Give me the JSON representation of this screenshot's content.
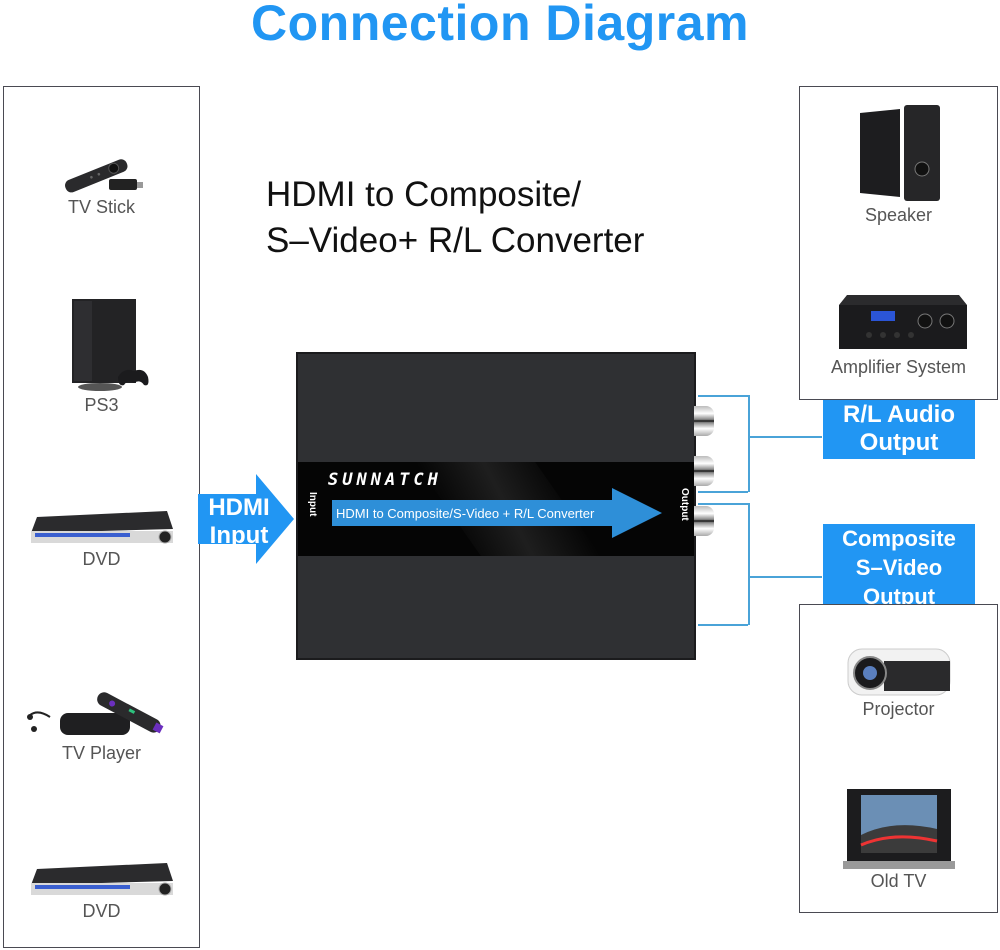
{
  "title": "Connection Diagram",
  "subtitle": {
    "line1": "HDMI to Composite/",
    "line2": "S–Video+ R/L Converter"
  },
  "colors": {
    "accent": "#2196f3",
    "panel_border": "#4a4a52",
    "connector_line": "#4aa3d8",
    "device_body": "#2f3033"
  },
  "input_devices": [
    {
      "label": "TV Stick",
      "icon": "tv-stick-icon"
    },
    {
      "label": "PS3",
      "icon": "ps3-console-icon"
    },
    {
      "label": "DVD",
      "icon": "dvd-player-icon"
    },
    {
      "label": "TV Player",
      "icon": "streaming-player-icon"
    },
    {
      "label": "DVD",
      "icon": "dvd-player-icon"
    }
  ],
  "audio_devices": [
    {
      "label": "Speaker",
      "icon": "speaker-icon"
    },
    {
      "label": "Amplifier System",
      "icon": "amplifier-icon"
    }
  ],
  "video_devices": [
    {
      "label": "Projector",
      "icon": "projector-icon"
    },
    {
      "label": "Old TV",
      "icon": "crt-tv-icon"
    }
  ],
  "hdmi_input": {
    "line1": "HDMI",
    "line2": "Input"
  },
  "audio_output": {
    "line1": "R/L Audio",
    "line2": "Output"
  },
  "video_output": {
    "line1": "Composite",
    "line2": "S–Video",
    "line3": "Output"
  },
  "converter": {
    "brand": "SUNNATCH",
    "arrow_text": "HDMI to Composite/S-Video + R/L Converter",
    "input_label": "Input",
    "output_label": "Output"
  }
}
